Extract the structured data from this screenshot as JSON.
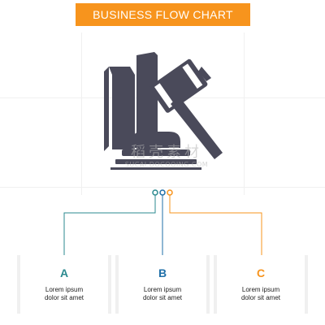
{
  "title": "BUSINESS FLOW CHART",
  "colors": {
    "banner": "#f7941d",
    "icon": "#4a4a5a",
    "teal": "#2b8a8f",
    "blue": "#1f6fa8",
    "orange": "#f7941d"
  },
  "hero_icon": "auction-gavel-icon",
  "watermark": {
    "cn": "稻壳素材",
    "en": "SUCAI.DOCOOING.COM"
  },
  "steps": [
    {
      "letter": "A",
      "line1": "Lorem ipsum",
      "line2": "dolor sit amet",
      "color": "#2b8a8f"
    },
    {
      "letter": "B",
      "line1": "Lorem ipsum",
      "line2": "dolor sit amet",
      "color": "#1f6fa8"
    },
    {
      "letter": "C",
      "line1": "Lorem ipsum",
      "line2": "dolor sit amet",
      "color": "#f7941d"
    }
  ]
}
